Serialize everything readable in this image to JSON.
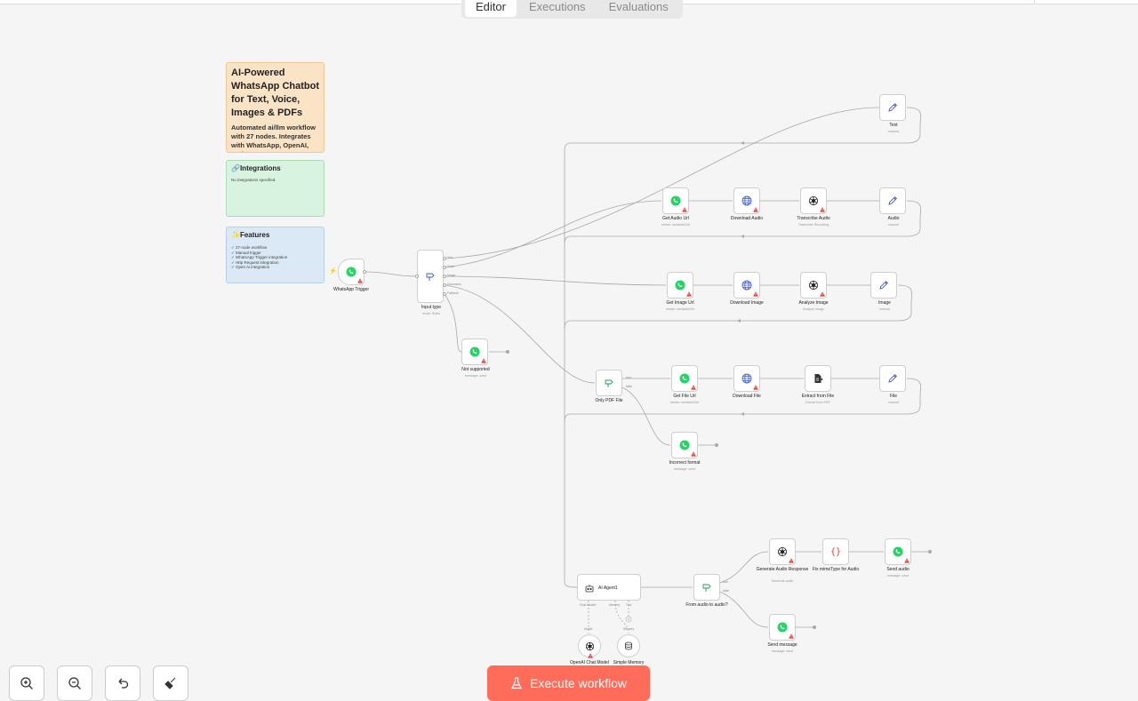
{
  "tabs": {
    "editor": "Editor",
    "executions": "Executions",
    "evaluations": "Evaluations"
  },
  "notes": {
    "overview_title": "AI-Powered WhatsApp Chatbot for Text, Voice, Images & PDFs",
    "overview_body": "Automated ai/llm workflow with 27 nodes. Integrates with WhatsApp, OpenAI, and more.",
    "integrations_title": "🔗Integrations",
    "integrations_body": "No integrations specified.",
    "features_title": "✨Features",
    "features_list": "✓ 27-node workflow\n✓ Manual trigger\n✓ WhatsApp Trigger integration\n✓ Http Request integration\n✓ Open Ai integration"
  },
  "nodes": {
    "whatsapp_trigger": "WhatsApp Trigger",
    "input_type": "Input type",
    "input_type_sub": "mode: Rules",
    "not_supported": "Not supported",
    "not_supported_sub": "message: send",
    "text": "Text",
    "text_sub": "manual",
    "get_audio_url": "Get Audio Url",
    "get_audio_url_sub": "media: mediaUrlGet",
    "download_audio": "Download Audio",
    "transcribe_audio": "Transcribe Audio",
    "transcribe_audio_sub": "Transcribe Recording",
    "audio": "Audio",
    "audio_sub": "manual",
    "get_image_url": "Get Image Url",
    "get_image_url_sub": "media: mediaUrlGet",
    "download_image": "Download Image",
    "analyze_image": "Analyze Image",
    "analyze_image_sub": "Analyze Image",
    "image": "Image",
    "image_sub": "manual",
    "only_pdf": "Only PDF File",
    "get_file_url": "Get File Url",
    "get_file_url_sub": "media: mediaUrlGet",
    "download_file": "Download File",
    "extract_from_file": "Extract from File",
    "extract_from_file_sub": "Extract from PDF",
    "file": "File",
    "file_sub": "manual",
    "incorrect_format": "Incorrect format",
    "incorrect_format_sub": "message: send",
    "ai_agent": "AI Agent1",
    "agent_chat_model": "Chat Model*",
    "agent_memory": "Memory",
    "agent_tool": "Tool",
    "openai_chat_model": "OpenAI Chat Model",
    "model_tag": "Model",
    "simple_memory": "Simple Memory",
    "memory_tag": "Memory",
    "from_audio": "From audio to audio?",
    "gen_audio": "Generate Audio Response",
    "gen_audio_sub": "Generate audio",
    "fix_mime": "Fix mimeType for Audio",
    "send_audio": "Send audio",
    "send_audio_sub": "message: send",
    "send_message": "Send message",
    "send_message_sub": "message: send"
  },
  "outputs": {
    "text": "Text",
    "voice": "Voice",
    "image": "Image",
    "document": "Document",
    "fallback": "Fallback",
    "true": "true",
    "false": "false"
  },
  "execute_label": "Execute workflow",
  "colors": {
    "accent": "#ff6d5a",
    "whatsapp": "#25d366",
    "warning": "#e53935",
    "globe": "#3b55d9",
    "pencil": "#3f51b5"
  }
}
